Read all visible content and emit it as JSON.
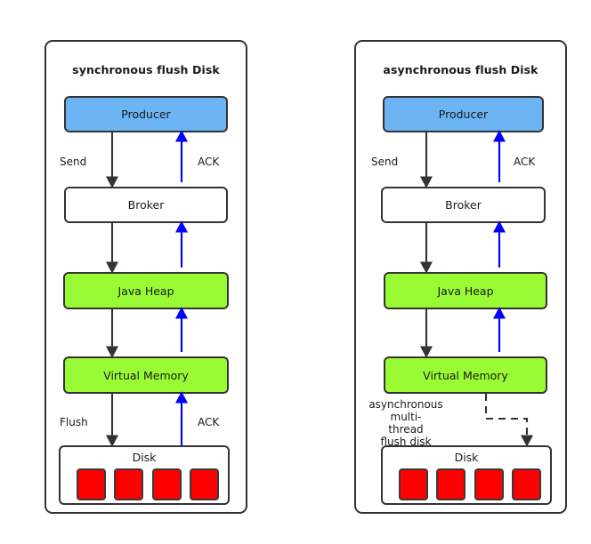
{
  "diagram": {
    "title_left": "synchronous flush Disk",
    "title_right": "asynchronous flush Disk",
    "colors": {
      "producer_fill": "#6CB4F4",
      "memory_fill": "#99FB33",
      "disk_cell_fill": "#FF0000",
      "ack_arrow": "#0000FF",
      "data_arrow": "#333333",
      "border": "#333333",
      "background": "#FFFFFF"
    }
  },
  "panels": [
    {
      "id": "synchronous",
      "title": "synchronous flush Disk",
      "nodes": {
        "producer": "Producer",
        "broker": "Broker",
        "java_heap": "Java Heap",
        "virtual_memory": "Virtual Memory",
        "disk": "Disk"
      },
      "disk_cells": [
        "",
        "",
        "",
        ""
      ],
      "disk_cell_count": 4,
      "edge_labels": {
        "send": "Send",
        "ack_top": "ACK",
        "flush": "Flush",
        "ack_bottom": "ACK"
      },
      "flow": {
        "down_arrows": [
          "Producer -> Broker",
          "Broker -> Java Heap",
          "Java Heap -> Virtual Memory",
          "Virtual Memory -> Disk"
        ],
        "down_arrow_style": "solid",
        "up_arrows": [
          "Disk -> Virtual Memory",
          "Virtual Memory -> Java Heap",
          "Java Heap -> Broker",
          "Broker -> Producer"
        ],
        "up_arrow_style": "solid"
      }
    },
    {
      "id": "asynchronous",
      "title": "asynchronous flush Disk",
      "nodes": {
        "producer": "Producer",
        "broker": "Broker",
        "java_heap": "Java Heap",
        "virtual_memory": "Virtual Memory",
        "disk": "Disk"
      },
      "disk_cells": [
        "",
        "",
        "",
        ""
      ],
      "disk_cell_count": 4,
      "edge_labels": {
        "send": "Send",
        "ack_top": "ACK",
        "async_flush_line1": "asynchronous multi-",
        "async_flush_line2": "thread",
        "async_flush_line3": "flush disk"
      },
      "flow": {
        "down_arrows": [
          "Producer -> Broker",
          "Broker -> Java Heap",
          "Java Heap -> Virtual Memory"
        ],
        "down_arrow_style": "solid",
        "dashed_arrows": [
          "Virtual Memory -> Disk"
        ],
        "dashed_arrow_style": "dashed",
        "up_arrows": [
          "Virtual Memory -> Java Heap",
          "Java Heap -> Broker",
          "Broker -> Producer"
        ],
        "up_arrow_style": "solid"
      }
    }
  ]
}
